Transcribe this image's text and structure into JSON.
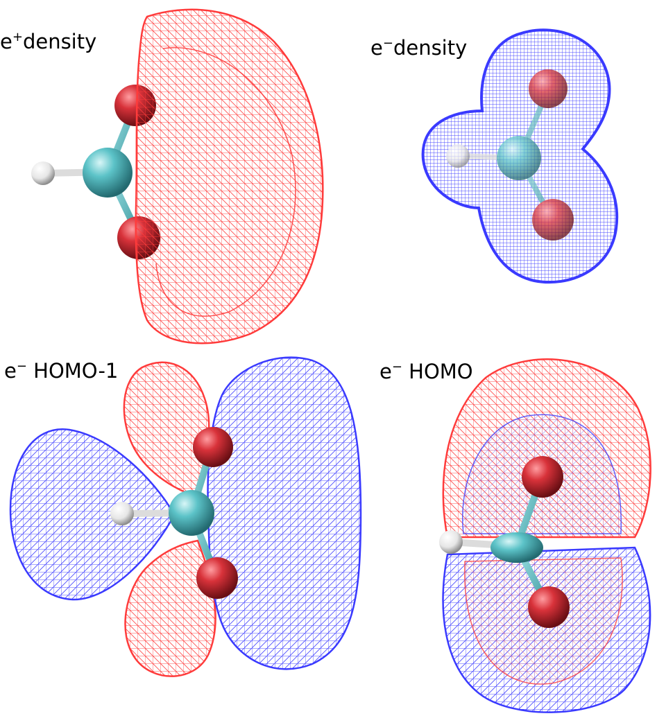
{
  "colors": {
    "positive_lobe": "#ff3b3b",
    "negative_lobe": "#3a3aff",
    "carbon": "#5cc3c8",
    "oxygen": "#d8323a",
    "hydrogen": "#f2f2f2",
    "background": "#ffffff"
  },
  "panels": [
    {
      "id": "positron-density",
      "label_base": "e",
      "label_sup": "+",
      "label_rest": "density"
    },
    {
      "id": "electron-density",
      "label_base": "e",
      "label_sup": "−",
      "label_rest": "density"
    },
    {
      "id": "electron-homo-1",
      "label_base": "e",
      "label_sup": "−",
      "label_rest": " HOMO-1"
    },
    {
      "id": "electron-homo",
      "label_base": "e",
      "label_sup": "−",
      "label_rest": " HOMO"
    }
  ],
  "molecule": {
    "atoms": [
      "C",
      "O",
      "O",
      "H"
    ],
    "bonds": [
      [
        "C",
        "O"
      ],
      [
        "C",
        "O"
      ],
      [
        "C",
        "H"
      ]
    ]
  }
}
